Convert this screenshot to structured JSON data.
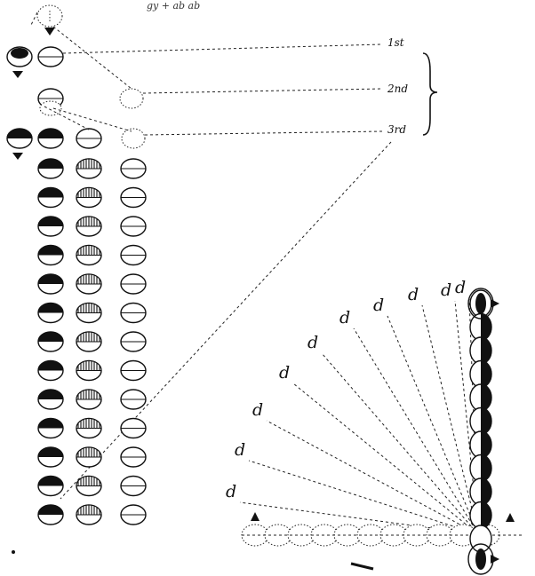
{
  "header_text": "gy + ab ab",
  "generation_labels": [
    "1st",
    "2nd",
    "3rd"
  ],
  "d_label": "d",
  "d_count": 10
}
